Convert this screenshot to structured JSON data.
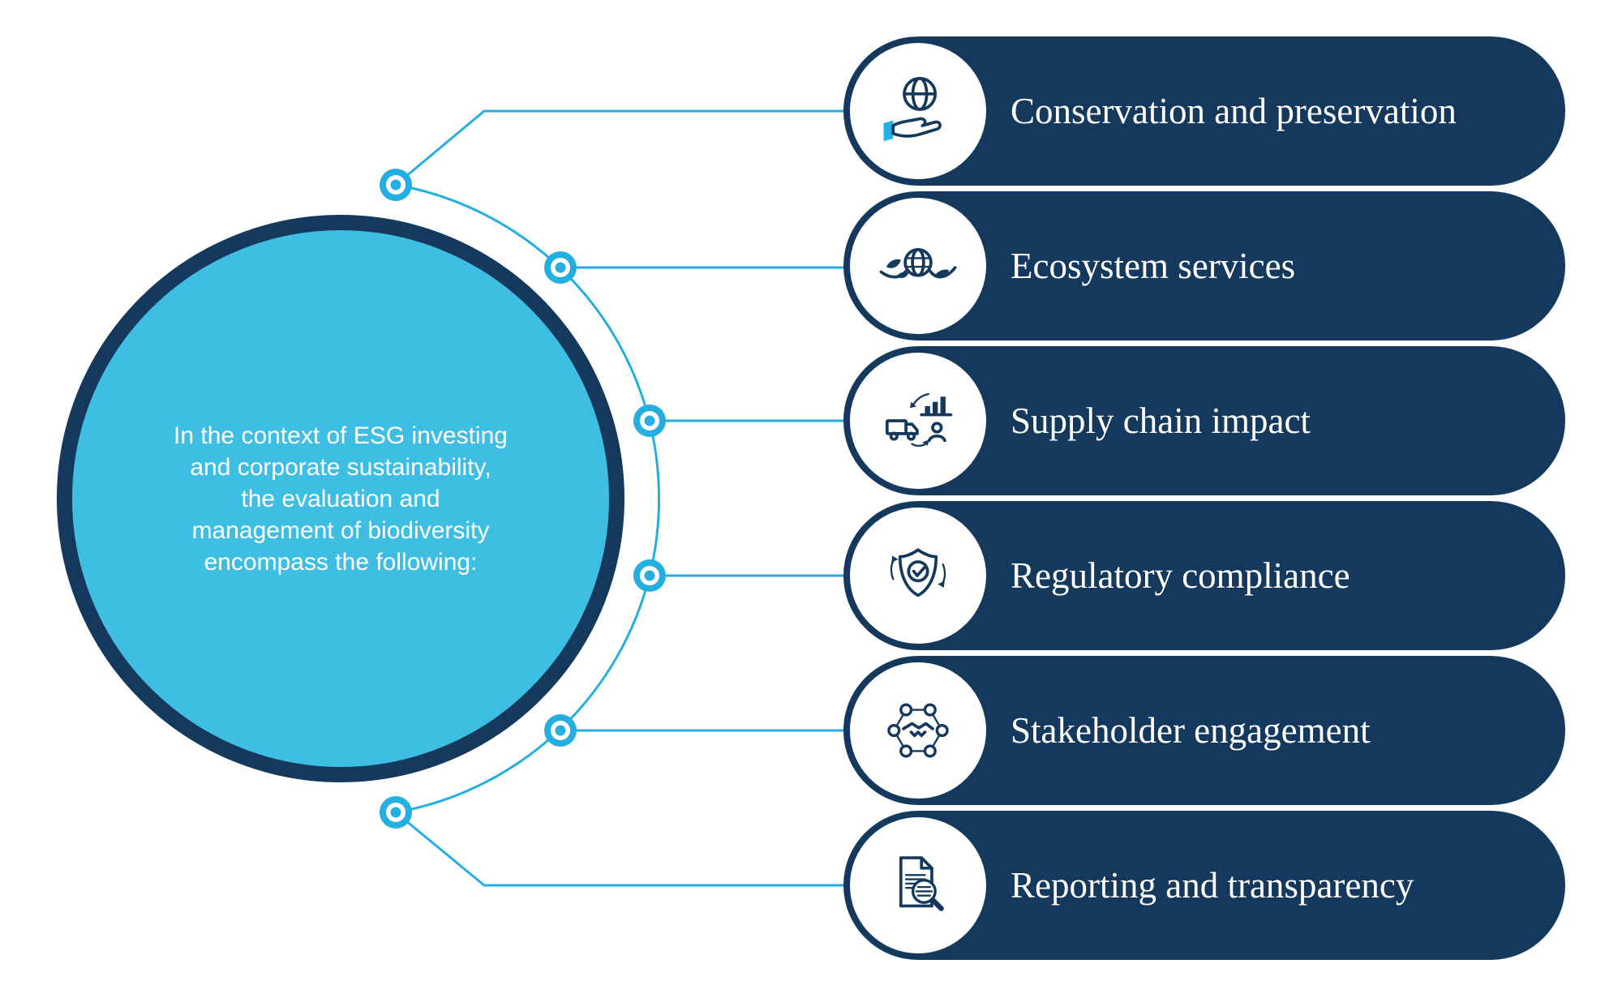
{
  "diagram": {
    "center_circle": {
      "lines": [
        "In the context of ESG investing",
        "and corporate sustainability,",
        "the evaluation and",
        "management of biodiversity",
        "encompass the following:"
      ]
    },
    "items": [
      {
        "label": "Conservation and preservation",
        "icon": "globe-in-hand-icon"
      },
      {
        "label": "Ecosystem services",
        "icon": "globe-leaves-icon"
      },
      {
        "label": "Supply chain impact",
        "icon": "supply-chain-icon"
      },
      {
        "label": "Regulatory compliance",
        "icon": "shield-check-icon"
      },
      {
        "label": "Stakeholder engagement",
        "icon": "handshake-network-icon"
      },
      {
        "label": "Reporting and transparency",
        "icon": "document-magnifier-icon"
      }
    ],
    "colors": {
      "navy": "#14395C",
      "cyan": "#25AEE0",
      "circle_fill": "#3FBEE4",
      "background": "#FFFFFF",
      "text": "#FFFFFF"
    }
  }
}
